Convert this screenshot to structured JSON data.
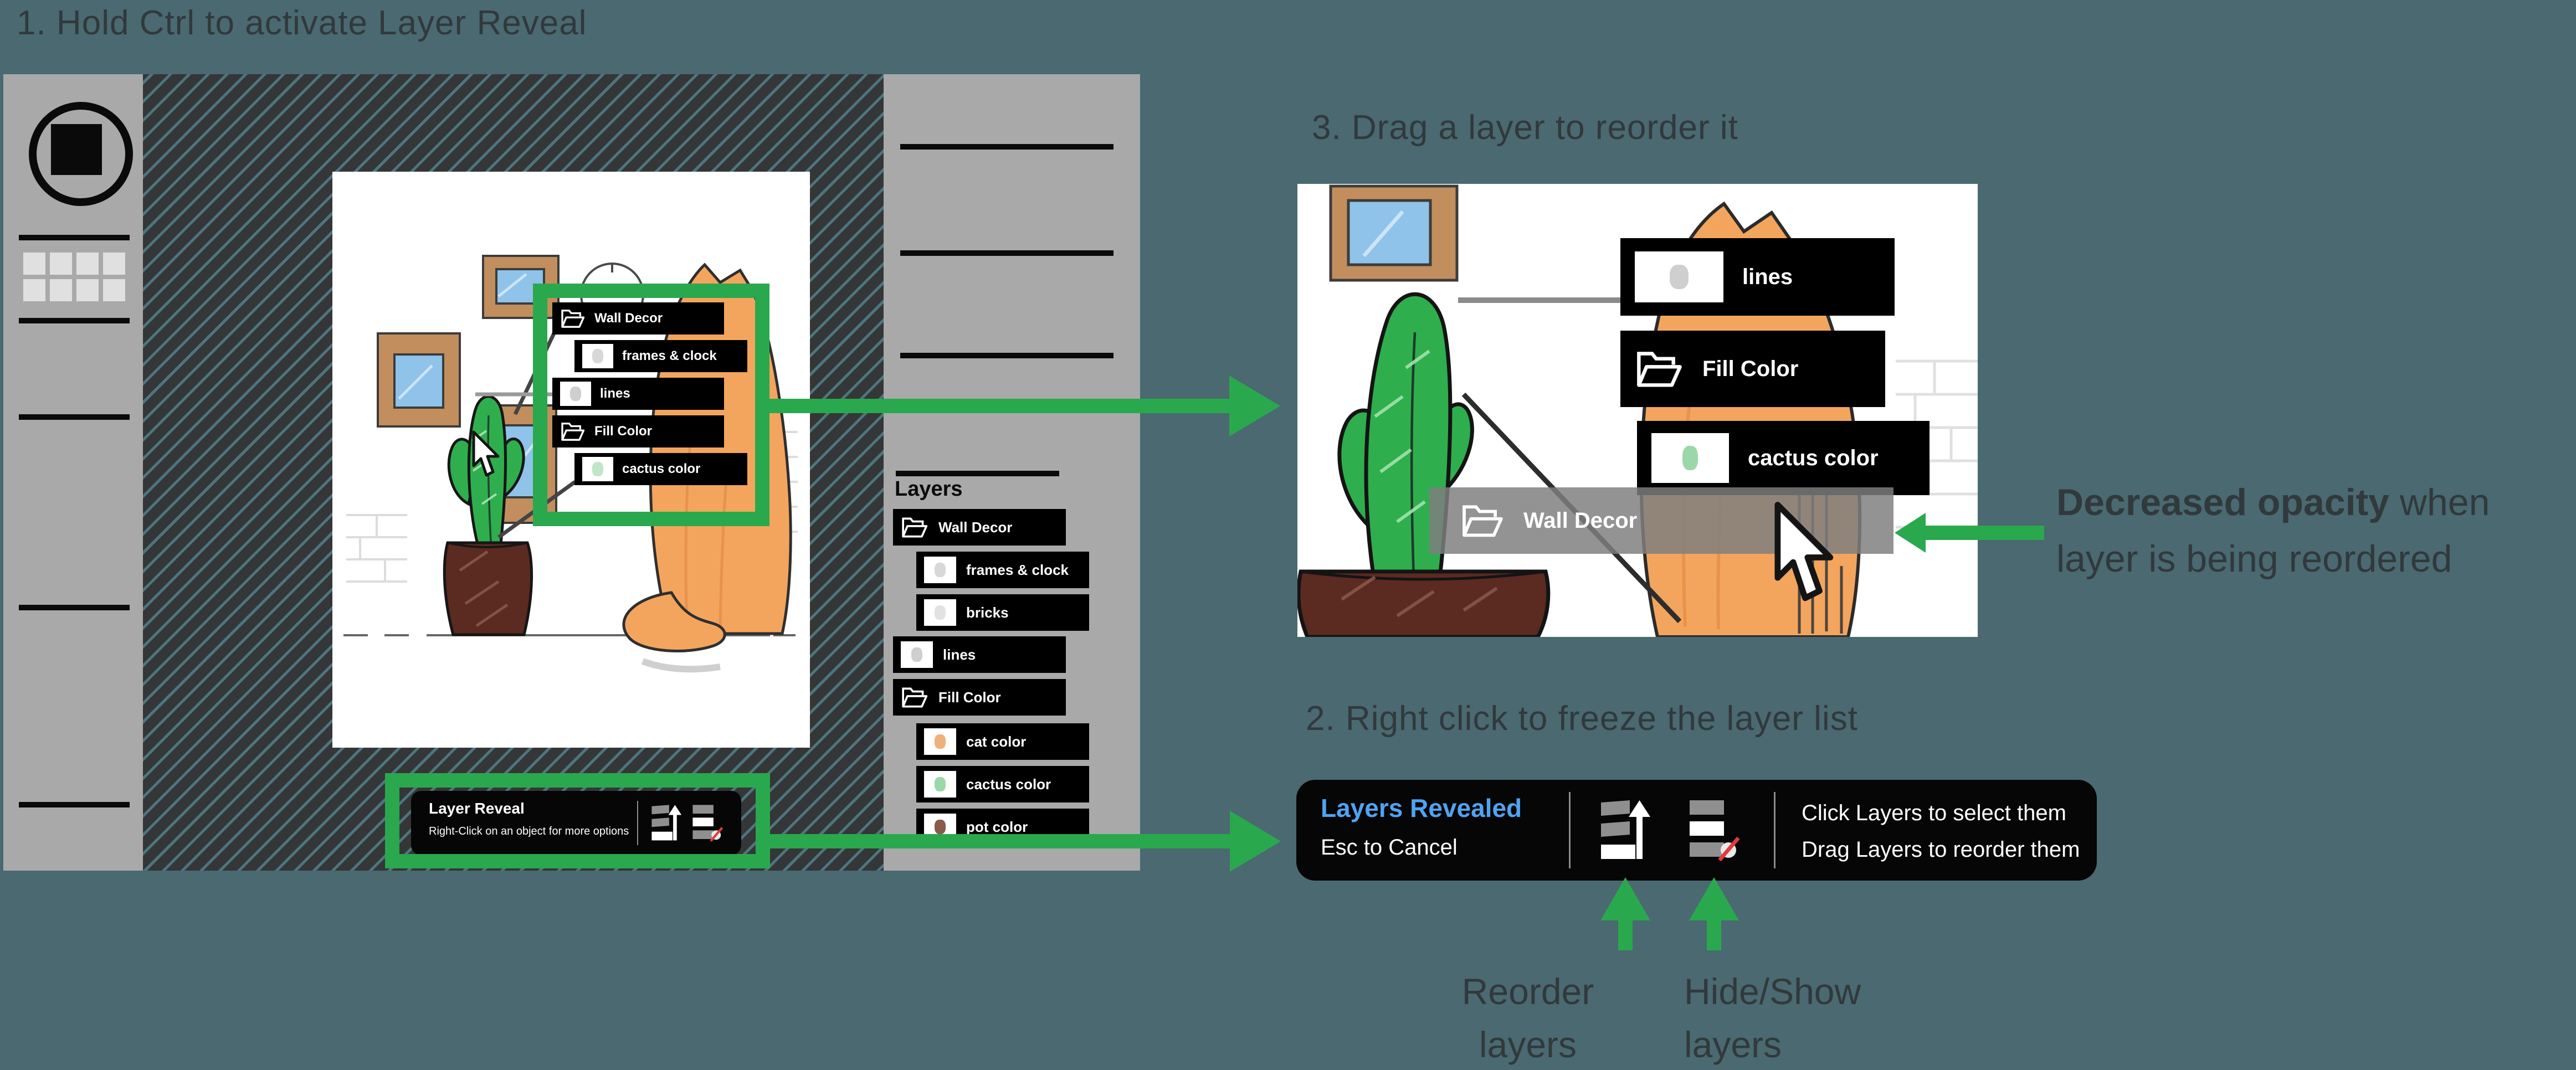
{
  "colors": {
    "background": "#4a6970",
    "accent_green": "#2aa84d",
    "hud_black": "#060606",
    "link_blue": "#4fa3f2",
    "alert_red": "#e23b3b",
    "panel_gray": "#a9a9a9",
    "heading_text": "#31393c"
  },
  "icons": {
    "folder": "open-folder-icon",
    "reorder": "reorder-layers-icon",
    "hide_show": "hide-show-layers-icon",
    "cursor": "cursor-arrow-icon"
  },
  "step1": {
    "heading": "1. Hold Ctrl to activate Layer Reveal"
  },
  "app": {
    "canvas_labels": [
      {
        "label": "Wall Decor"
      },
      {
        "label": "frames & clock"
      },
      {
        "label": "lines"
      },
      {
        "label": "Fill Color"
      },
      {
        "label": "cactus color"
      }
    ],
    "layers_panel": {
      "title": "Layers",
      "rows": [
        {
          "label": "Wall Decor"
        },
        {
          "label": "frames & clock"
        },
        {
          "label": "bricks"
        },
        {
          "label": "lines"
        },
        {
          "label": "Fill Color"
        },
        {
          "label": "cat color"
        },
        {
          "label": "cactus color"
        },
        {
          "label": "pot color"
        }
      ]
    },
    "hud": {
      "title": "Layer Reveal",
      "subtitle": "Right-Click on an object for more options"
    }
  },
  "step3": {
    "heading": "3. Drag a layer to reorder it",
    "labels": [
      {
        "label": "lines"
      },
      {
        "label": "Fill Color"
      },
      {
        "label": "cactus color"
      },
      {
        "label": "Wall Decor"
      }
    ],
    "note": {
      "bold": "Decreased opacity",
      "line1_rest": " when",
      "line2": "layer is being reordered"
    }
  },
  "step2": {
    "heading": "2. Right click to freeze the layer list",
    "bar": {
      "title": "Layers Revealed",
      "subtitle": "Esc to Cancel",
      "hint1": "Click Layers to select them",
      "hint2": "Drag Layers to reorder them"
    },
    "labels": [
      {
        "line1": "Reorder",
        "line2": "layers"
      },
      {
        "line1": "Hide/Show",
        "line2": "layers"
      }
    ]
  }
}
